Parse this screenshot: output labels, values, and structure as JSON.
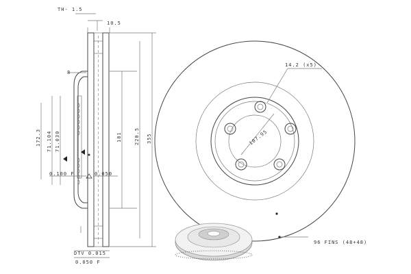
{
  "diagram": {
    "labels": {
      "th": "TH- 1.5",
      "top_width": "10.5",
      "hat_depth": "8",
      "dim_1723": "172.3",
      "dim_71104": "71.104",
      "dim_71030": "71.030",
      "hub_dia": "181",
      "pitch_dia": "220.5",
      "outer_dia": "355",
      "bolt_holes": "14.2 (x5)",
      "bolt_circle": "107.95",
      "fins": "96 FINS (48+48)",
      "tol_left": "0.100 F",
      "tol_mid": "0.050",
      "runout_1": "DTV 0.015",
      "runout_2": "0.050 F"
    }
  }
}
